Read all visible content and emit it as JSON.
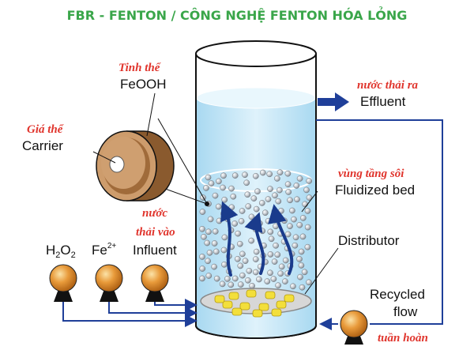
{
  "title": "FBR - FENTON / CÔNG NGHỆ FENTON HÓA LỎNG",
  "crystal": {
    "vn": "Tinh thể",
    "en": "FeOOH"
  },
  "carrier": {
    "vn": "Giá thể",
    "en": "Carrier"
  },
  "effluent": {
    "vn": "nước thải ra",
    "en": "Effluent"
  },
  "fluidized_bed": {
    "vn": "vùng tầng sôi",
    "en": "Fluidized bed"
  },
  "influent": {
    "vn_line1": "nước",
    "vn_line2": "thải vào",
    "en": "Influent"
  },
  "distributor": {
    "en": "Distributor"
  },
  "recycled": {
    "line1": "Recycled",
    "line2": "flow",
    "vn": "tuần hoàn"
  },
  "reagents": {
    "h2o2_main": "H",
    "h2o2_sub1": "2",
    "h2o2_mid": "O",
    "h2o2_sub2": "2",
    "fe_main": "Fe",
    "fe_sup": "2+"
  },
  "colors": {
    "title_green": "#3aa64a",
    "vn_red": "#e0342c",
    "pipe_blue": "#1f3f99",
    "water_blue": "#bfe4f6",
    "pump_orange": "#d27a1c",
    "pellet_yellow": "#f3df3b"
  }
}
